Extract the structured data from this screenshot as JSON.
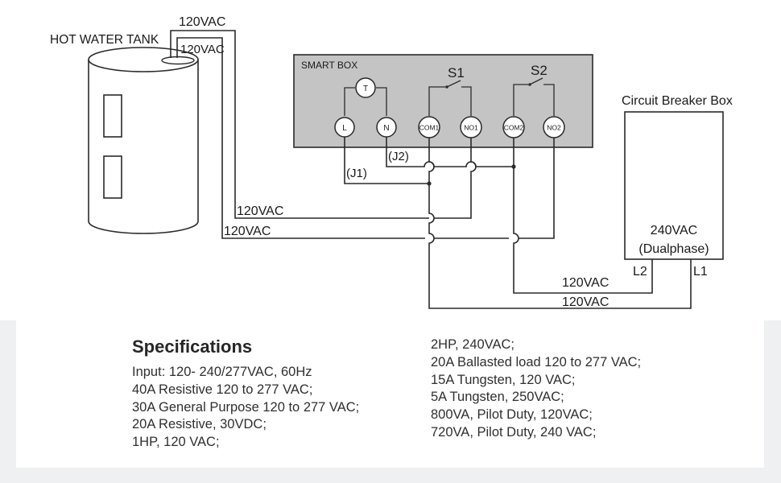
{
  "diagram": {
    "hot_water_tank_label": "HOT WATER TANK",
    "smart_box_label": "SMART BOX",
    "circuit_breaker_label": "Circuit Breaker Box",
    "voltage_label": "120VAC",
    "breaker_rating": "240VAC",
    "breaker_phase": "(Dualphase)",
    "switches": {
      "s1": "S1",
      "s2": "S2"
    },
    "terminals": {
      "t": "T",
      "l": "L",
      "n": "N",
      "com1": "COM1",
      "no1": "NO1",
      "com2": "COM2",
      "no2": "NO2"
    },
    "jumpers": {
      "j1": "(J1)",
      "j2": "(J2)"
    },
    "breaker_legs": {
      "l1": "L1",
      "l2": "L2"
    }
  },
  "specifications": {
    "title": "Specifications",
    "left_items": [
      "Input: 120- 240/277VAC, 60Hz",
      "40A Resistive 120 to 277 VAC;",
      "30A General Purpose 120 to 277 VAC;",
      "20A Resistive, 30VDC;",
      "1HP, 120 VAC;"
    ],
    "right_items": [
      "2HP, 240VAC;",
      "20A Ballasted load 120 to 277 VAC;",
      "15A Tungsten, 120 VAC;",
      "5A Tungsten, 250VAC;",
      "800VA, Pilot Duty, 120VAC;",
      "720VA, Pilot Duty, 240 VAC;"
    ]
  }
}
